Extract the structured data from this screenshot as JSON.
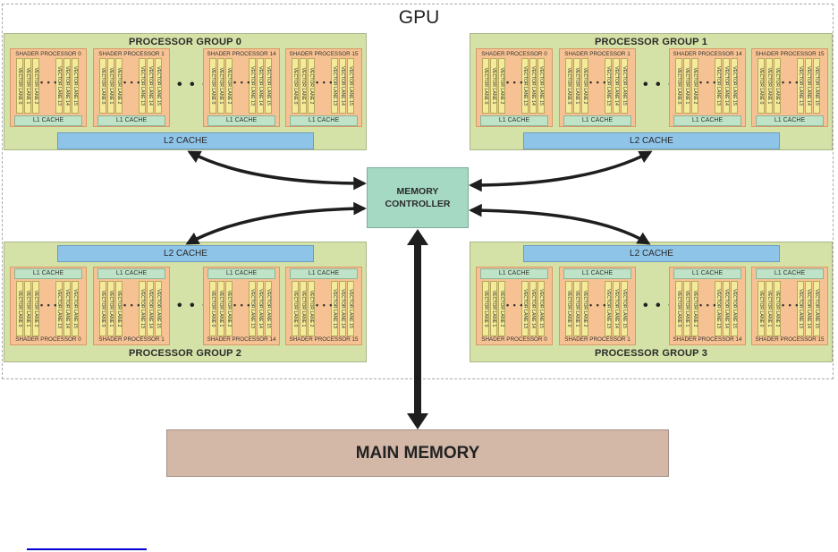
{
  "gpu": {
    "label": "GPU"
  },
  "groups": [
    {
      "title": "PROCESSOR GROUP 0",
      "position": "top-left"
    },
    {
      "title": "PROCESSOR GROUP 1",
      "position": "top-right"
    },
    {
      "title": "PROCESSOR GROUP 2",
      "position": "bottom-left"
    },
    {
      "title": "PROCESSOR GROUP 3",
      "position": "bottom-right"
    }
  ],
  "shader_processors": [
    "SHADER PROCESSOR 0",
    "SHADER PROCESSOR 1",
    "SHADER PROCESSOR 14",
    "SHADER PROCESSOR 15"
  ],
  "vector_lanes": [
    "VECTOR LANE 0",
    "VECTOR LANE 1",
    "VECTOR LANE 2",
    "VECTOR LANE 13",
    "VECTOR LANE 14",
    "VECTOR LANE 15"
  ],
  "ellipsis": "• • •",
  "l1_cache": "L1 CACHE",
  "l2_cache": "L2 CACHE",
  "memory_controller": {
    "line1": "MEMORY",
    "line2": "CONTROLLER"
  },
  "main_memory": {
    "label": "MAIN MEMORY"
  },
  "colors": {
    "group_bg": "#d5e2a7",
    "shader_bg": "#f7c293",
    "lane_bg": "#f4eb9a",
    "l1_bg": "#bfe3c7",
    "l2_bg": "#8fc4e9",
    "memory_controller_bg": "#a5d9c4",
    "main_memory_bg": "#d3b8a8",
    "link": "#0000d0"
  }
}
